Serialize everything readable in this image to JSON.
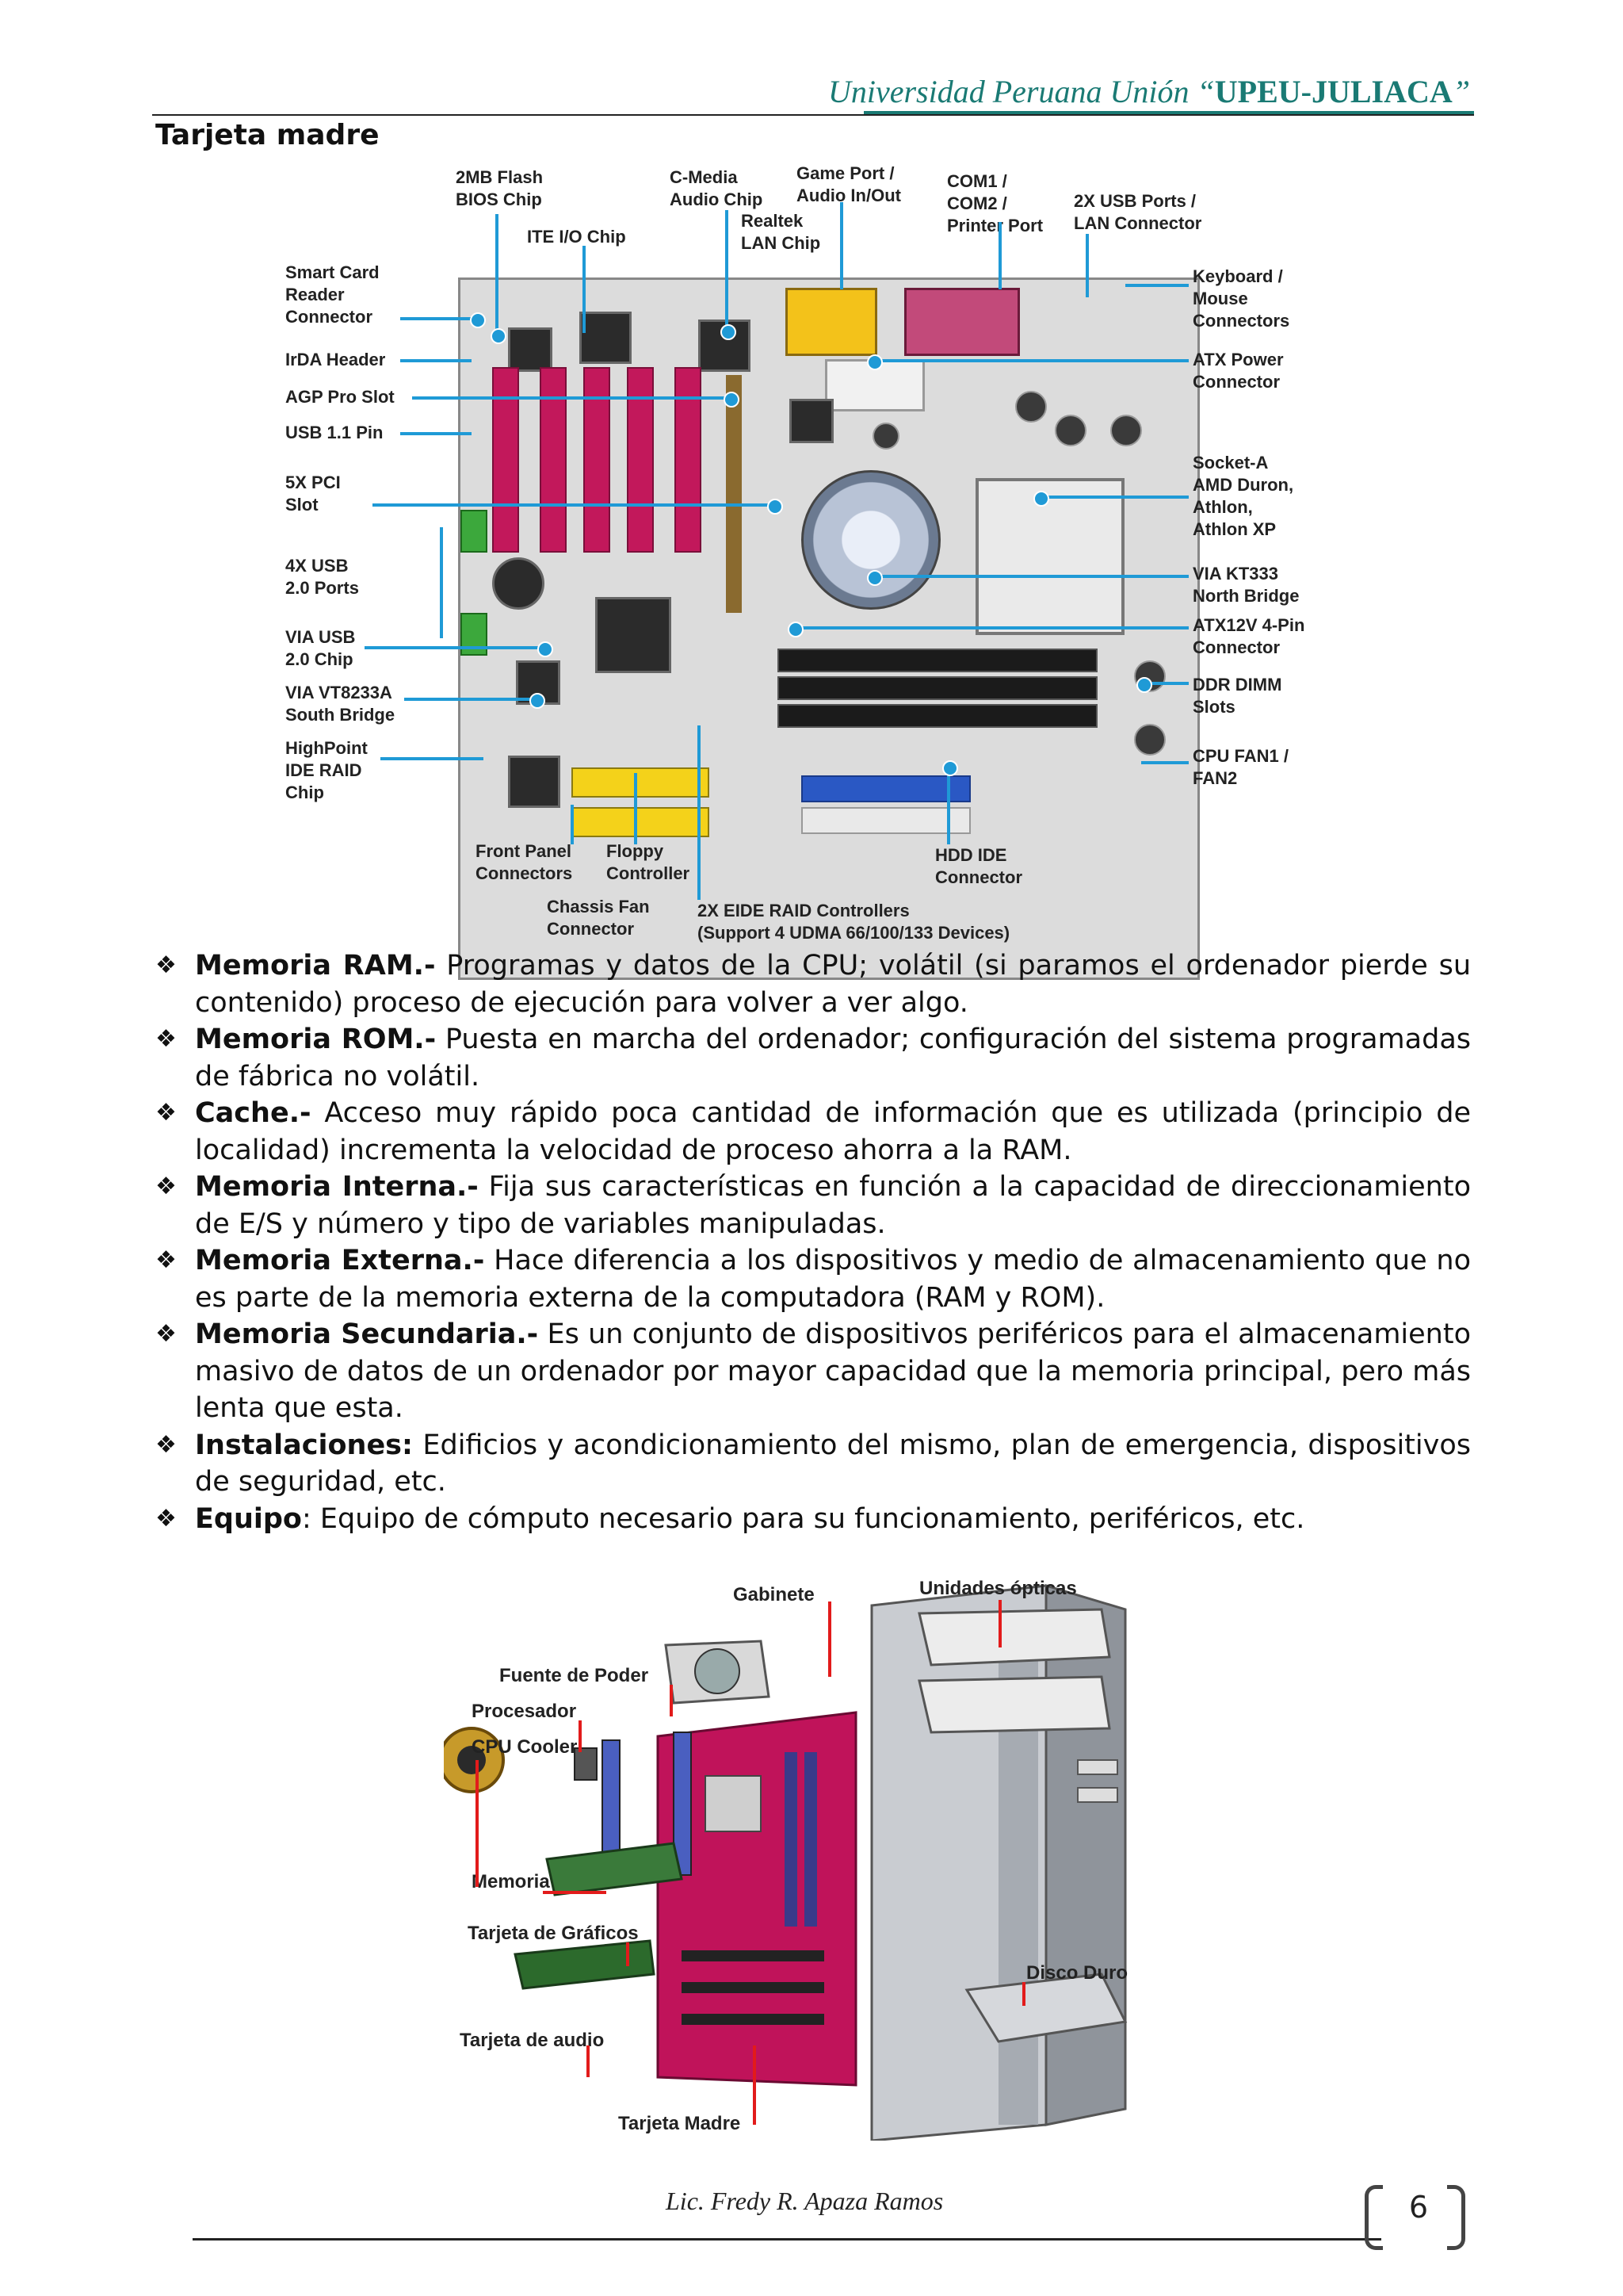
{
  "header": {
    "title_prefix": "Universidad Peruana Unión “",
    "title_bold": "UPEU-JULIACA",
    "title_suffix": "”"
  },
  "section_title": "Tarjeta madre",
  "motherboard_labels": {
    "flash_bios": "2MB Flash\nBIOS Chip",
    "ite_io": "ITE I/O Chip",
    "cmedia": "C-Media\nAudio Chip",
    "game_port": "Game Port /\nAudio In/Out",
    "realtek": "Realtek\nLAN Chip",
    "com": "COM1 /\nCOM2 /\nPrinter Port",
    "usb_lan": "2X USB Ports /\nLAN Connector",
    "smart_card": "Smart Card\nReader\nConnector",
    "irda": "IrDA Header",
    "agp": "AGP Pro Slot",
    "usb11": "USB 1.1 Pin",
    "pci": "5X PCI\nSlot",
    "usb20_ports": "4X USB\n2.0 Ports",
    "via_usb": "VIA USB\n2.0 Chip",
    "south_bridge": "VIA VT8233A\nSouth Bridge",
    "highpoint": "HighPoint\nIDE RAID\nChip",
    "front_panel": "Front Panel\nConnectors",
    "floppy": "Floppy\nController",
    "chassis_fan": "Chassis Fan\nConnector",
    "eide": "2X EIDE RAID Controllers\n(Support 4 UDMA 66/100/133 Devices)",
    "hdd_ide": "HDD IDE\nConnector",
    "keyboard": "Keyboard /\nMouse\nConnectors",
    "atx_power": "ATX Power\nConnector",
    "socket_a": "Socket-A\nAMD Duron,\nAthlon,\nAthlon XP",
    "north_bridge": "VIA KT333\nNorth Bridge",
    "atx12v": "ATX12V 4-Pin\nConnector",
    "ddr": "DDR DIMM\nSlots",
    "cpu_fan": "CPU FAN1 /\nFAN2"
  },
  "bullets": [
    {
      "term": "Memoria RAM.-",
      "text": " Programas y datos de la CPU; volátil (si paramos el ordenador pierde su contenido) proceso de ejecución para volver a ver algo."
    },
    {
      "term": "Memoria ROM.-",
      "text": " Puesta en marcha del ordenador; configuración del sistema programadas de fábrica no volátil."
    },
    {
      "term": "Cache.-",
      "text": " Acceso muy rápido poca cantidad de información que es utilizada (principio de localidad) incrementa la velocidad de proceso ahorra a la RAM."
    },
    {
      "term": "Memoria Interna.-",
      "text": " Fija sus características en función a la capacidad de direccionamiento de E/S y número y tipo de variables manipuladas."
    },
    {
      "term": "Memoria Externa.-",
      "text": " Hace diferencia a los dispositivos y medio de almacenamiento que no es parte de la memoria externa de la computadora (RAM y ROM)."
    },
    {
      "term": "Memoria Secundaria.-",
      "text": " Es un conjunto de dispositivos periféricos para el almacenamiento masivo de datos de un ordenador por mayor capacidad que la memoria principal, pero más lenta que esta."
    },
    {
      "term": "Instalaciones:",
      "text": " Edificios y acondicionamiento del mismo, plan de emergencia, dispositivos de seguridad, etc."
    },
    {
      "term": "Equipo",
      "text": ": Equipo de cómputo necesario para su funcionamiento, periféricos, etc."
    }
  ],
  "computer_labels": {
    "gabinete": "Gabinete",
    "opticas": "Unidades ópticas",
    "fuente": "Fuente de Poder",
    "procesador": "Procesador",
    "cooler": "CPU Cooler",
    "memoria": "Memoria",
    "graficos": "Tarjeta de Gráficos",
    "disco": "Disco Duro",
    "audio": "Tarjeta de audio",
    "madre": "Tarjeta Madre"
  },
  "footer": {
    "author": "Lic. Fredy R. Apaza Ramos",
    "page": "6"
  }
}
